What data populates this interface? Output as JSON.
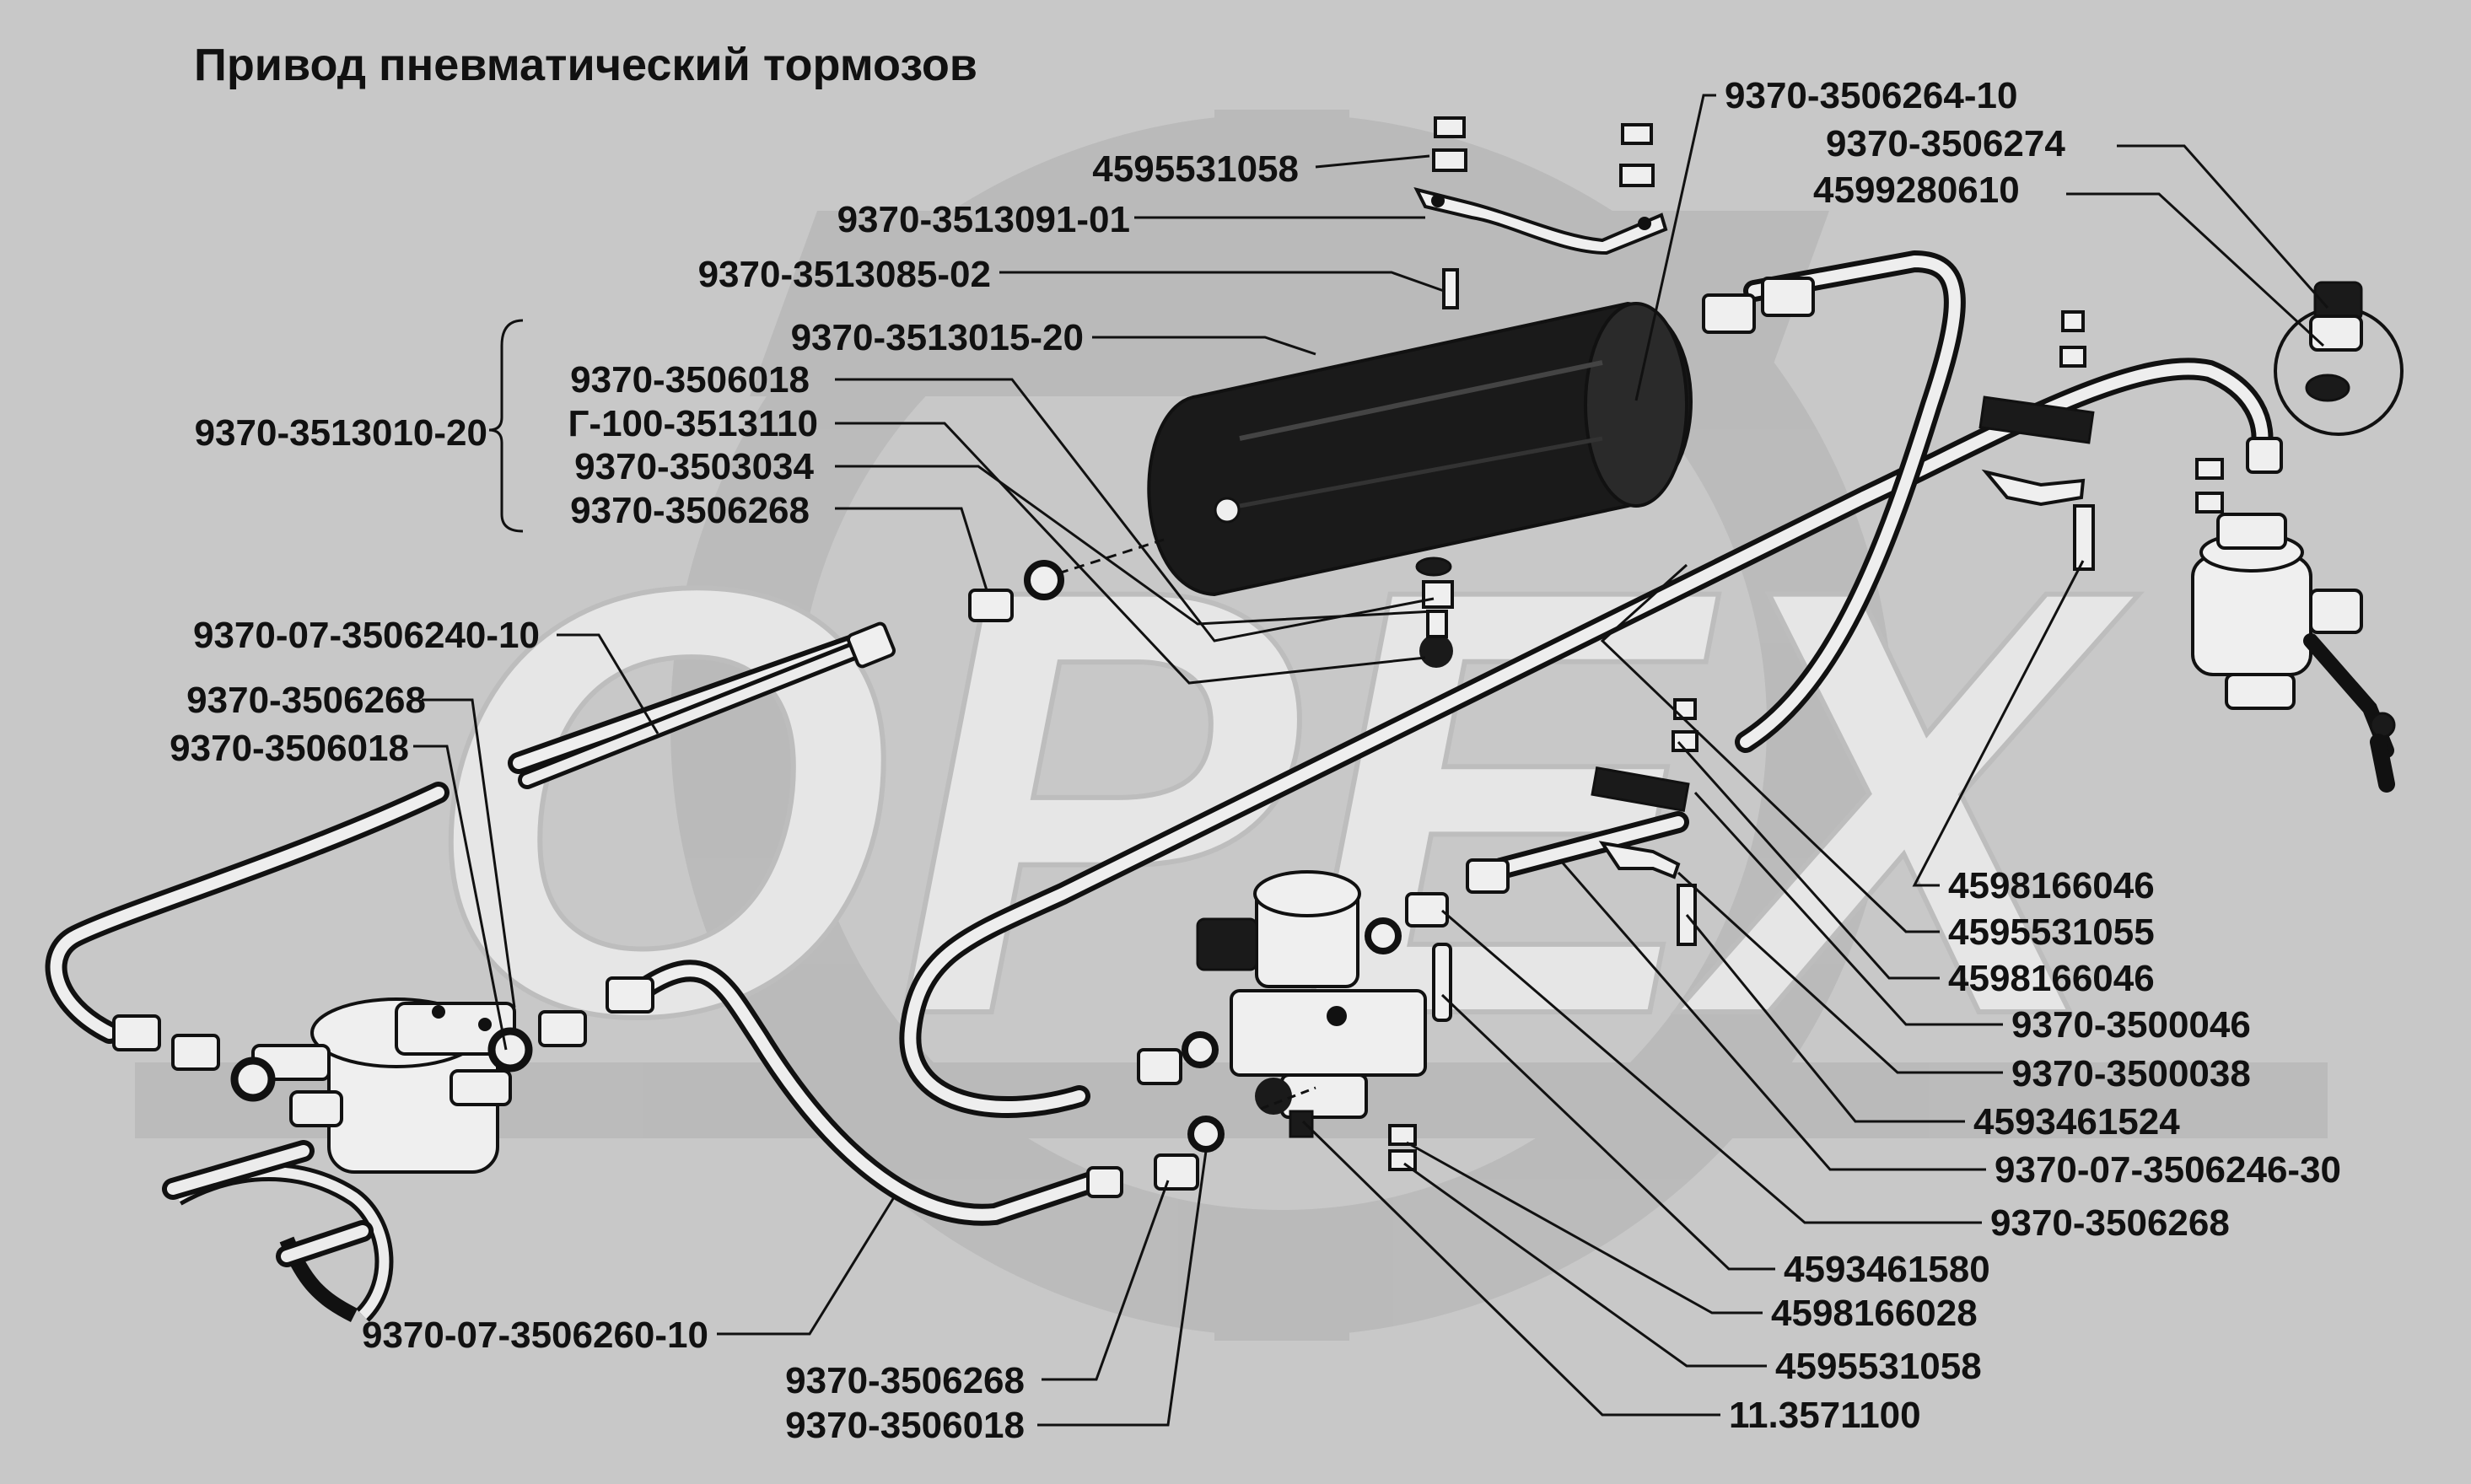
{
  "title": "Привод пневматический тормозов",
  "watermark": "OPEX",
  "colors": {
    "background": "#c8c8c8",
    "ink": "#111111",
    "watermark": "#b9b9b9",
    "watermark_fill": "#e6e6e6"
  },
  "labels": {
    "l01": "4595531058",
    "l02": "9370-3513091-01",
    "l03": "9370-3513085-02",
    "l04": "9370-3513015-20",
    "l05": "9370-3506018",
    "l06": "Г-100-3513110",
    "l07": "9370-3503034",
    "l08": "9370-3506268",
    "l09": "9370-3513010-20",
    "l10": "9370-07-3506240-10",
    "l11": "9370-3506268",
    "l12": "9370-3506018",
    "l13": "9370-3506264-10",
    "l14": "9370-3506274",
    "l15": "4599280610",
    "l16": "4598166046",
    "l17": "4595531055",
    "l18": "4598166046",
    "l19": "9370-3500046",
    "l20": "9370-3500038",
    "l21": "4593461524",
    "l22": "9370-07-3506246-30",
    "l23": "9370-3506268",
    "l24": "4593461580",
    "l25": "4598166028",
    "l26": "4595531058",
    "l27": "11.3571100",
    "l28": "9370-07-3506260-10",
    "l29": "9370-3506268",
    "l30": "9370-3506018"
  }
}
